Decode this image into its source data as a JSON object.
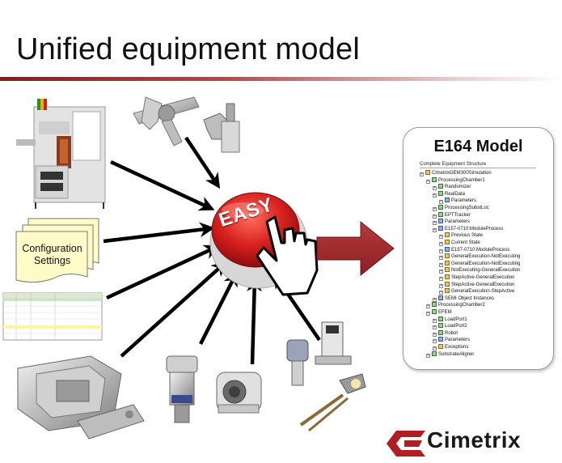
{
  "title": "Unified equipment model",
  "easy_button": {
    "label": "EASY"
  },
  "config_document": {
    "line1": "Configuration",
    "line2": "Settings"
  },
  "model": {
    "title": "E164 Model",
    "tree_header": "Complete Equipment Structure",
    "tree": [
      {
        "label": "CimetrixGEM300Simulation",
        "depth": 0,
        "icon": "folder"
      },
      {
        "label": "ProcessingChamber1",
        "depth": 1,
        "icon": "module"
      },
      {
        "label": "Randomizer",
        "depth": 2,
        "icon": "module"
      },
      {
        "label": "RealData",
        "depth": 2,
        "icon": "module"
      },
      {
        "label": "Parameters",
        "depth": 3,
        "icon": "blue"
      },
      {
        "label": "ProcessingSubstLoc",
        "depth": 2,
        "icon": "module"
      },
      {
        "label": "EPTTracker",
        "depth": 2,
        "icon": "module"
      },
      {
        "label": "Parameters",
        "depth": 2,
        "icon": "blue"
      },
      {
        "label": "E157-0710:ModuleProcess",
        "depth": 2,
        "icon": "blue"
      },
      {
        "label": "Previous State",
        "depth": 3,
        "icon": "flag"
      },
      {
        "label": "Current State",
        "depth": 3,
        "icon": "flag"
      },
      {
        "label": "E157-0710:ModuleProcess",
        "depth": 3,
        "icon": "blue"
      },
      {
        "label": "GeneralExecution-NotExecuting",
        "depth": 3,
        "icon": "folder"
      },
      {
        "label": "GeneralExecution-NotExecuting",
        "depth": 3,
        "icon": "folder"
      },
      {
        "label": "NotExecuting-GeneralExecution",
        "depth": 3,
        "icon": "folder"
      },
      {
        "label": "StepActive-GeneralExecution",
        "depth": 3,
        "icon": "folder"
      },
      {
        "label": "StepActive-GeneralExecution",
        "depth": 3,
        "icon": "folder"
      },
      {
        "label": "GeneralExecution-StepActive",
        "depth": 3,
        "icon": "folder"
      },
      {
        "label": "SEMI Object Instances",
        "depth": 2,
        "icon": "blue"
      },
      {
        "label": "ProcessingChamber2",
        "depth": 1,
        "icon": "module"
      },
      {
        "label": "EFEM",
        "depth": 1,
        "icon": "module"
      },
      {
        "label": "LoadPort1",
        "depth": 2,
        "icon": "module"
      },
      {
        "label": "LoadPort2",
        "depth": 2,
        "icon": "module"
      },
      {
        "label": "Robot",
        "depth": 2,
        "icon": "module"
      },
      {
        "label": "Parameters",
        "depth": 2,
        "icon": "blue"
      },
      {
        "label": "Exceptions",
        "depth": 2,
        "icon": "folder"
      },
      {
        "label": "SubstrateAligner",
        "depth": 1,
        "icon": "module"
      }
    ]
  },
  "logo": {
    "text": "Cimetrix",
    "color": "#b01e23"
  },
  "colors": {
    "accent": "#8b1a1a",
    "arrow_big": "#a3282b",
    "button_red": "#d8211f",
    "doc_yellow": "#fffbc9"
  }
}
